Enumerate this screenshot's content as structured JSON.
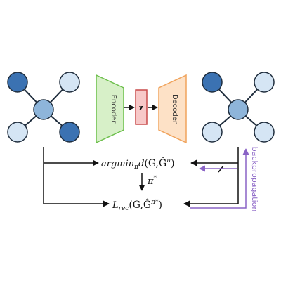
{
  "colors": {
    "node_dark": "#3b72b2",
    "node_mid": "#8eb5da",
    "node_light": "#d5e5f4",
    "node_stroke": "#1f2d3d",
    "encoder_fill": "#d7f0c8",
    "encoder_stroke": "#6dbf4c",
    "latent_fill": "#f7c8c8",
    "latent_stroke": "#c94a4a",
    "decoder_fill": "#fde1c6",
    "decoder_stroke": "#f0a35c",
    "backprop": "#8a63c6",
    "line": "#111111"
  },
  "diagram": {
    "encoder_label": "Encoder",
    "latent_label": "z",
    "decoder_label": "Decoder",
    "backprop_label": "backpropagation",
    "eq_argmin": {
      "prefix": "argmin",
      "sub": "π",
      "body": "d",
      "args": "(G,Ĝ",
      "sup": "π",
      "close": ")"
    },
    "pi_star": {
      "base": "π",
      "sup": "*"
    },
    "eq_loss": {
      "prefix": "L",
      "sub": "rec",
      "args": "(G,Ĝ",
      "sup": "π*",
      "close": ")"
    }
  }
}
